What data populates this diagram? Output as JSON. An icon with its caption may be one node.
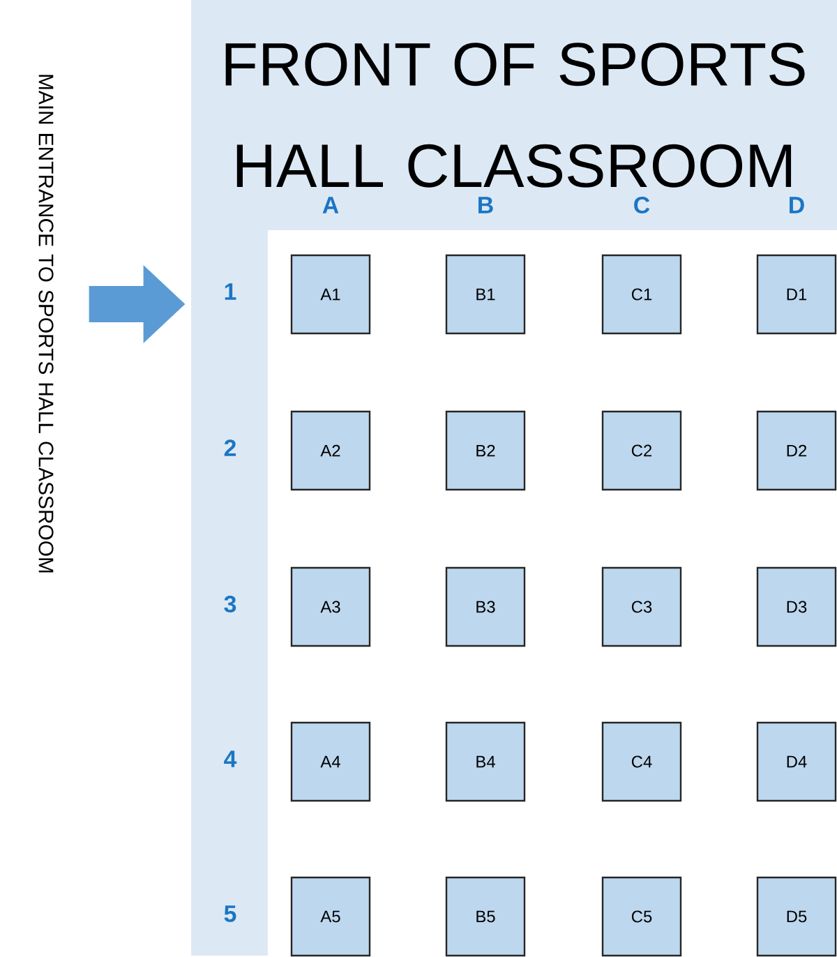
{
  "diagram": {
    "nodes": [
      {
        "text": [
          "FRONT OF SPORTS HALL CLASSROOM"
        ]
      },
      {
        "text": [],
        "shape": "bar"
      },
      {
        "text": [
          "A1"
        ]
      },
      {
        "text": [
          "B1"
        ]
      },
      {
        "text": [
          "C1"
        ]
      },
      {
        "text": [
          "D1"
        ]
      },
      {
        "text": [
          "A2"
        ]
      },
      {
        "text": [
          "B2"
        ]
      },
      {
        "text": [
          "C2"
        ]
      },
      {
        "text": [
          "D2"
        ]
      },
      {
        "text": [
          "A3"
        ]
      },
      {
        "text": [
          "B3"
        ]
      },
      {
        "text": [
          "C3"
        ]
      },
      {
        "text": [
          "D3"
        ]
      },
      {
        "text": [
          "A4"
        ]
      },
      {
        "text": [
          "B4"
        ]
      },
      {
        "text": [
          "C4"
        ]
      },
      {
        "text": [
          "D4"
        ]
      },
      {
        "text": [
          "A5"
        ]
      },
      {
        "text": [
          "B5"
        ]
      },
      {
        "text": [
          "C5"
        ]
      },
      {
        "text": [
          "D5"
        ]
      },
      {
        "text": [
          "MAIN ENTRANCE TO SPORTS HALL CLASSROOM"
        ]
      }
    ],
    "edges": [
      {
        "from": 22,
        "to": 1,
        "arrow": "to"
      }
    ],
    "labels": [
      "A",
      "B",
      "C",
      "D",
      "1",
      "2",
      "3",
      "4",
      "5"
    ]
  }
}
